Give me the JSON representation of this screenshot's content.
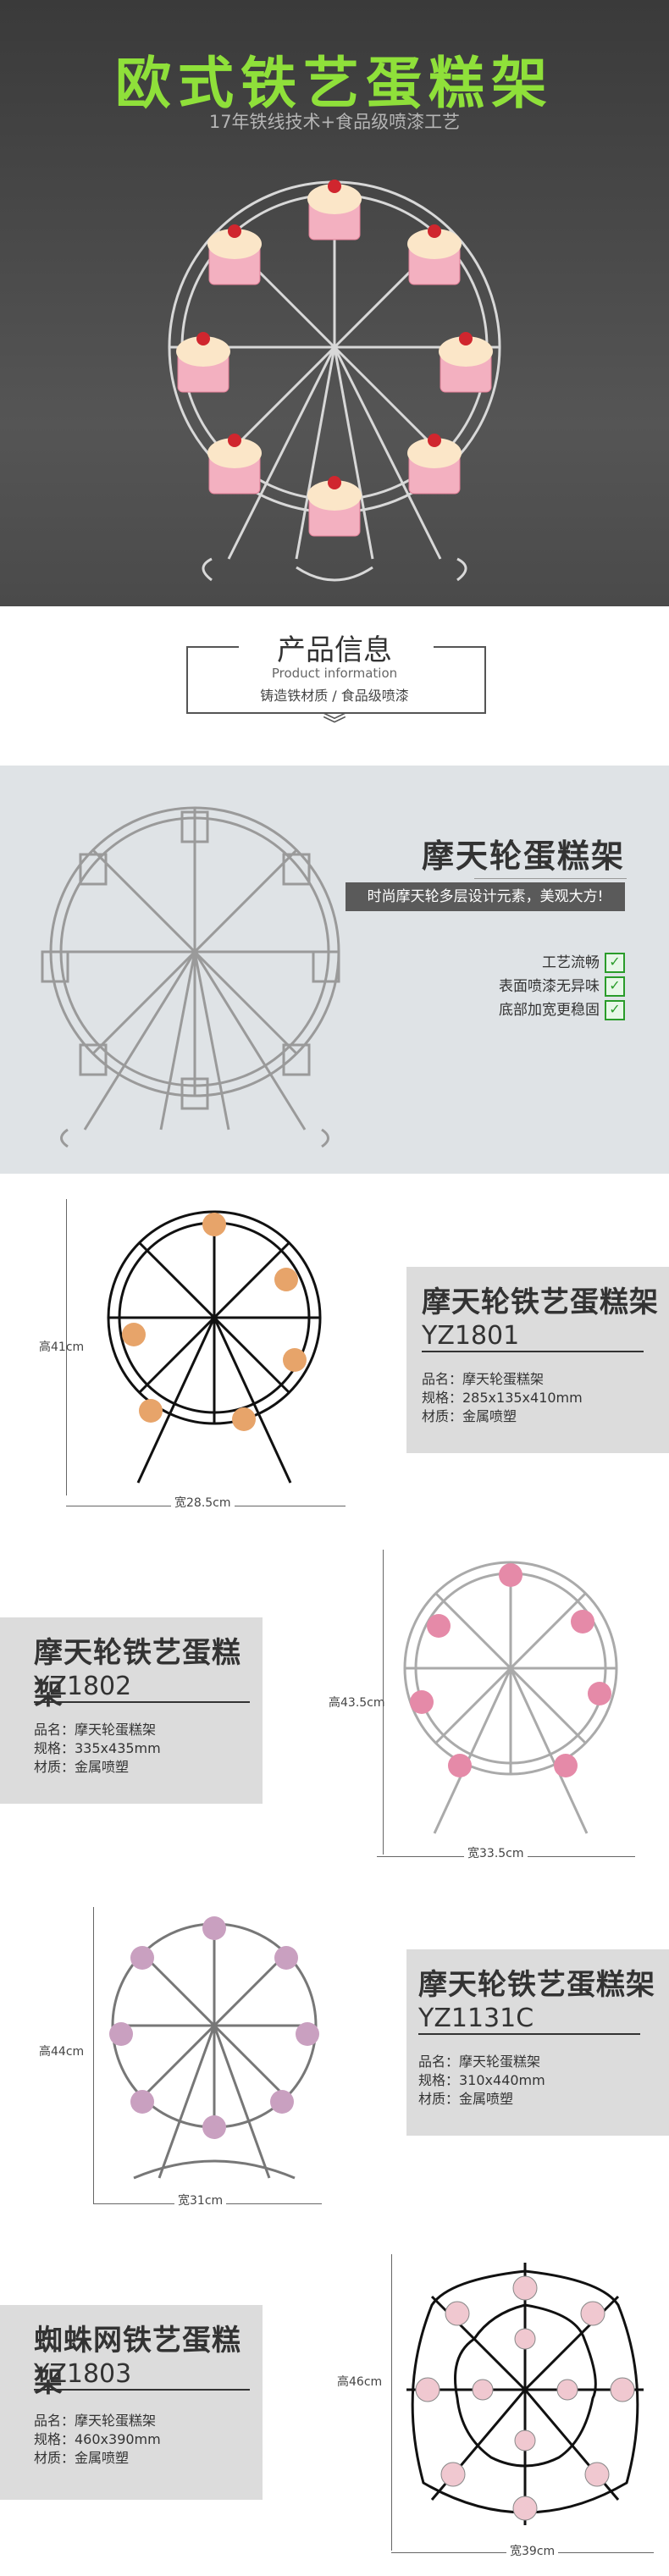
{
  "hero": {
    "title": "欧式铁艺蛋糕架",
    "subtitle": "17年铁线技术+食品级喷漆工艺"
  },
  "info": {
    "heading": "产品信息",
    "heading_en": "Product information",
    "desc": "铸造铁材质 / 食品级喷漆"
  },
  "showcase": {
    "title": "摩天轮蛋糕架",
    "tagline": "时尚摩天轮多层设计元素，美观大方!",
    "features": [
      "工艺流畅",
      "表面喷漆无异味",
      "底部加宽更稳固"
    ]
  },
  "products": [
    {
      "name": "摩天轮铁艺蛋糕架",
      "model": "YZ1801",
      "spec_lines": [
        "品名：摩天轮蛋糕架",
        "规格：285x135x410mm",
        "材质：金属喷塑"
      ],
      "height": "高41cm",
      "width": "宽28.5cm"
    },
    {
      "name": "摩天轮铁艺蛋糕架",
      "model": "YZ1802",
      "spec_lines": [
        "品名：摩天轮蛋糕架",
        "规格：335x435mm",
        "材质：金属喷塑"
      ],
      "height": "高43.5cm",
      "width": "宽33.5cm"
    },
    {
      "name": "摩天轮铁艺蛋糕架",
      "model": "YZ1131C",
      "spec_lines": [
        "品名：摩天轮蛋糕架",
        "规格：310x440mm",
        "材质：金属喷塑"
      ],
      "height": "高44cm",
      "width": "宽31cm"
    },
    {
      "name": "蜘蛛网铁艺蛋糕架",
      "model": "YZ1803",
      "spec_lines": [
        "品名：摩天轮蛋糕架",
        "规格：460x390mm",
        "材质：金属喷塑"
      ],
      "height": "高46cm",
      "width": "宽39cm"
    }
  ],
  "colors": {
    "accent": "#8fe03a",
    "dark": "#5a5a5a",
    "card": "#dcdcdc",
    "check": "#2a9c2a"
  }
}
